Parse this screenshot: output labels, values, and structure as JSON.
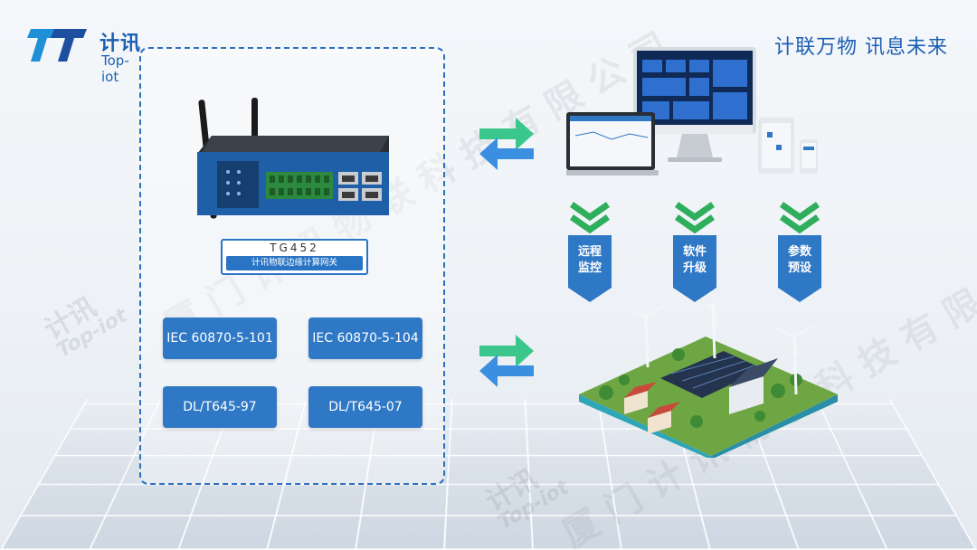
{
  "brand": {
    "logo_cn": "计讯",
    "logo_en": "Top-iot"
  },
  "slogan": "计联万物 讯息未来",
  "watermark": {
    "company": "厦门计讯物联科技有限公司",
    "logo_cn": "计讯",
    "logo_en": "Top-iot"
  },
  "device": {
    "model": "TG452",
    "description": "计讯物联边缘计算网关"
  },
  "protocols": [
    "IEC 60870-5-101",
    "IEC 60870-5-104",
    "DL/T645-97",
    "DL/T645-07"
  ],
  "features": [
    {
      "line1": "远程",
      "line2": "监控"
    },
    {
      "line1": "软件",
      "line2": "升级"
    },
    {
      "line1": "参数",
      "line2": "预设"
    }
  ],
  "colors": {
    "brand_blue": "#1c5fb4",
    "button_blue": "#2f78c5",
    "arrow_green": "#3bc78c",
    "arrow_blue": "#3a8fe0",
    "chevron_green": "#2fae5c"
  }
}
